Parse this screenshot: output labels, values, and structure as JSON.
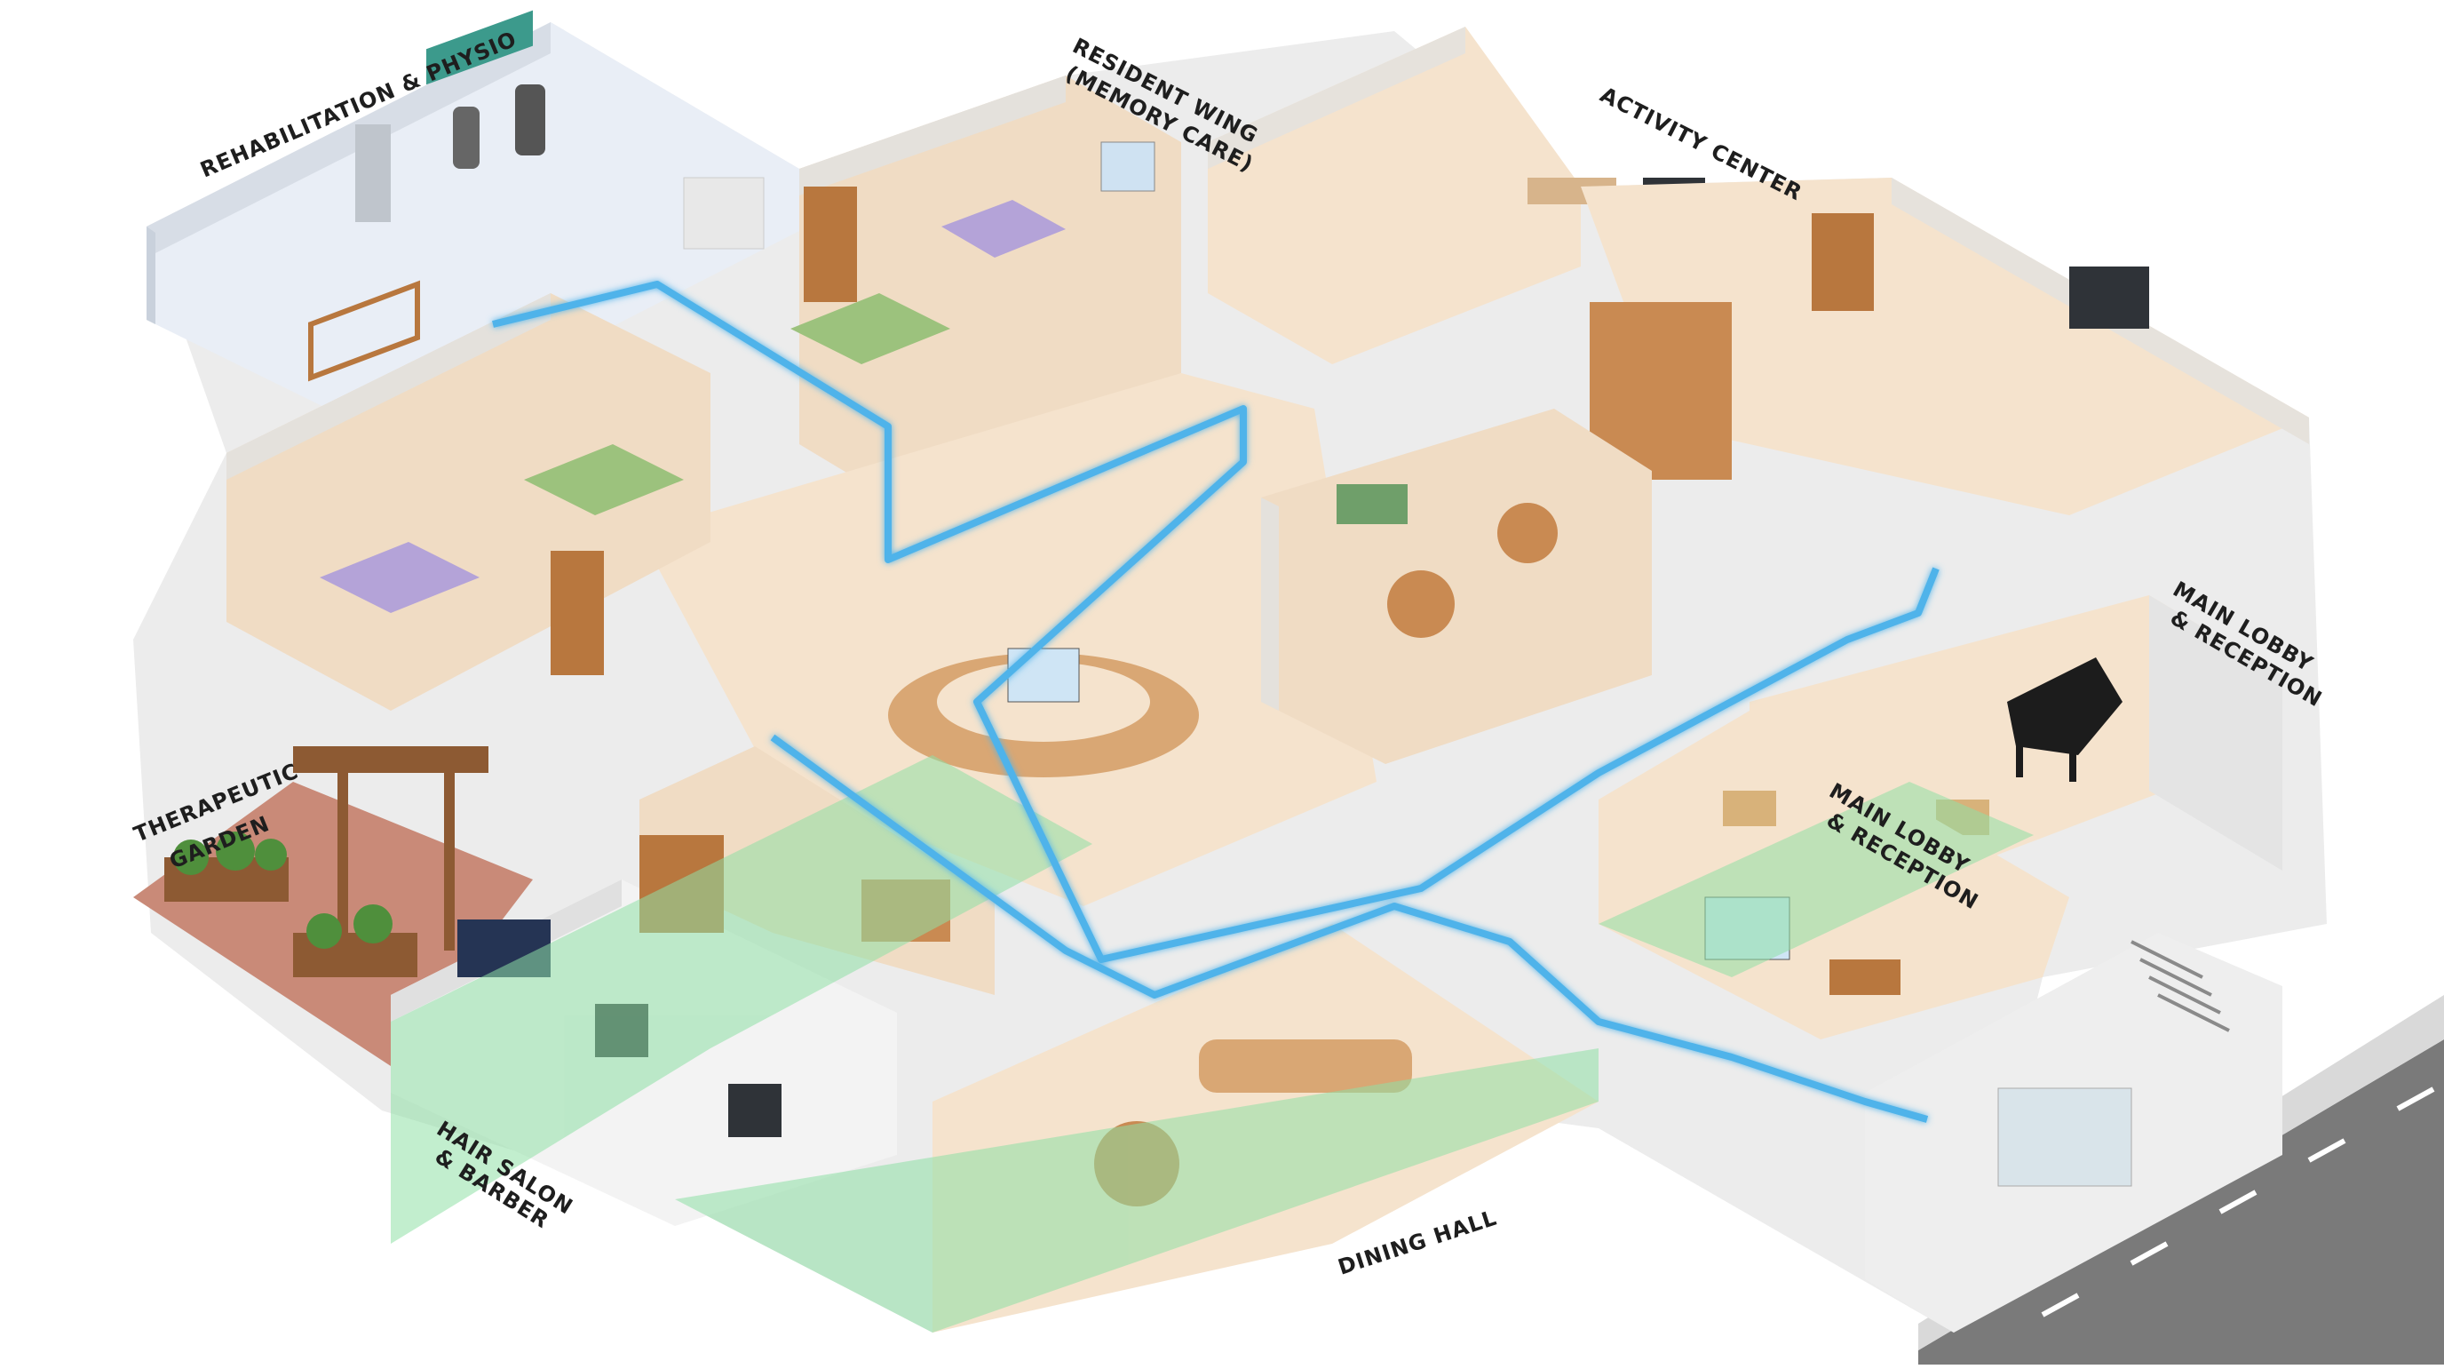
{
  "labels": {
    "rehab": "REHABILITATION & PHYSIO",
    "resident_1": "RESIDENT WING",
    "resident_2": "(MEMORY CARE)",
    "activity": "ACTIVITY CENTER",
    "lobby_right_1": "MAIN LOBBY",
    "lobby_right_2": "& RECEPTION",
    "lobby_center_1": "MAIN LOBBY",
    "lobby_center_2": "& RECEPTION",
    "garden_1": "THERAPEUTIC",
    "garden_2": "GARDEN",
    "salon_1": "HAIR SALON",
    "salon_2": "& BARBER",
    "dining": "DINING HALL"
  },
  "colors": {
    "wall": "#f3f1ee",
    "wall_side": "#dcdcdc",
    "floor_wood": "#f0dcc4",
    "floor_warm": "#f5e3cd",
    "floor_blue": "#e9eef6",
    "path_green": "#8fe0a6",
    "path_blue": "#4fb3ea",
    "road": "#7a7a7a",
    "furniture_wood": "#b8773e",
    "bed_green": "#9cc27d",
    "bed_purple": "#b4a3d8",
    "garden_brick": "#c98a78"
  },
  "icons": [
    "piano-icon",
    "bed-icon",
    "wheelchair-icon",
    "plant-icon",
    "tv-icon",
    "bookshelf-icon",
    "reception-desk-icon",
    "staircase-icon",
    "clock-icon"
  ]
}
